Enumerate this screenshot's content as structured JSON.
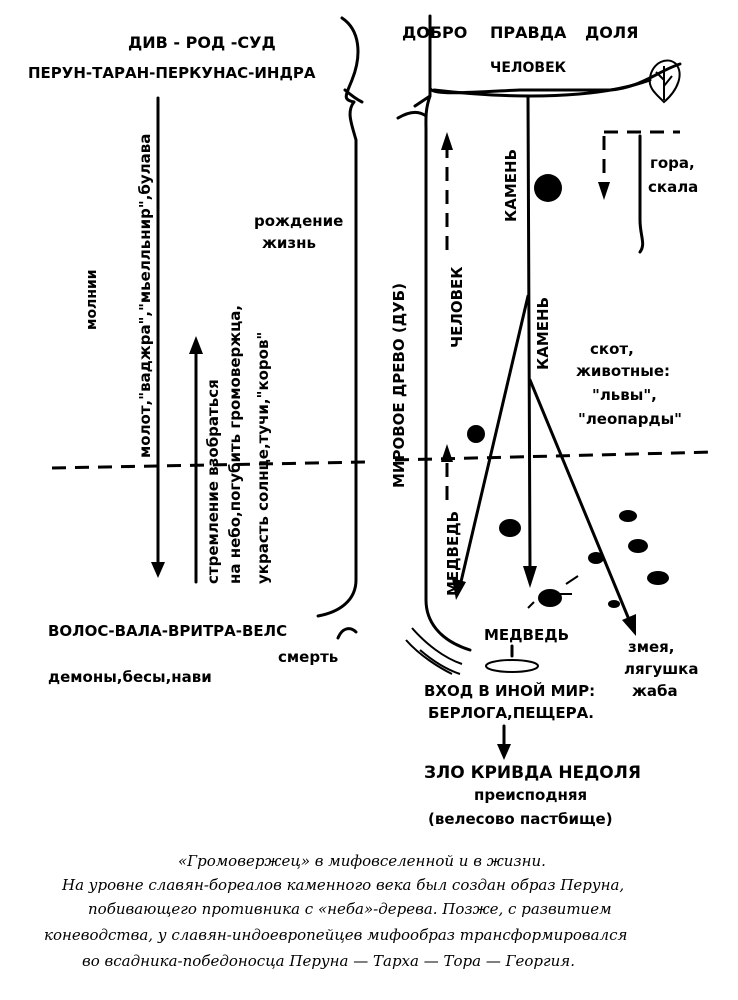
{
  "top_left": {
    "line1": "ДИВ - РОД -СУД",
    "line2": "ПЕРУН-ТАРАН-ПЕРКУНАС-ИНДРА"
  },
  "top_right": {
    "words": [
      "ДОБРО",
      "ПРАВДА",
      "ДОЛЯ"
    ],
    "chelovek": "ЧЕЛОВЕК"
  },
  "left_vertical": {
    "molnii": "молнии",
    "weapons": "молот,\"ваджра\",\"мьелльнир\",булава",
    "striving": [
      "стремление взобраться",
      "на небо,погубить громовержца,",
      "украсть солнце,тучи,\"коров\""
    ]
  },
  "middle": {
    "birth": [
      "рождение",
      "жизнь"
    ],
    "world_tree": "МИРОВОЕ ДРЕВО (ДУБ)",
    "chelovek_vertical": "ЧЕЛОВЕК",
    "kamen1": "КАМЕНЬ",
    "kamen2": "КАМЕНЬ",
    "medved_vertical": "МЕДВЕДЬ"
  },
  "right": {
    "mountain": [
      "гора,",
      "скала"
    ],
    "cattle": [
      "скот,",
      "животные:",
      "\"львы\",",
      "\"леопарды\""
    ],
    "snakes": [
      "змея,",
      "лягушка",
      "жаба"
    ]
  },
  "bottom": {
    "volos": "ВОЛОС-ВАЛА-ВРИТРА-ВЕЛС",
    "death": "смерть",
    "demons": "демоны,бесы,нави",
    "medved": "МЕДВЕДЬ",
    "entrance": [
      "ВХОД В ИНОЙ МИР:",
      "БЕРЛОГА,ПЕЩЕРА."
    ],
    "evil": "ЗЛО  КРИВДА  НЕДОЛЯ",
    "underworld": "преисподняя",
    "pasture": "(велесово пастбище)"
  },
  "caption": [
    "«Громовержец» в мифовселенной и в жизни.",
    "На уровне славян-бореалов каменного века был создан образ Перуна,",
    "побивающего противника с «неба»-дерева. Позже, с развитием",
    "коневодства, у славян-индоевропейцев мифообраз трансформировался",
    "во всадника-победоносца Перуна — Тарха — Тора — Георгия."
  ]
}
